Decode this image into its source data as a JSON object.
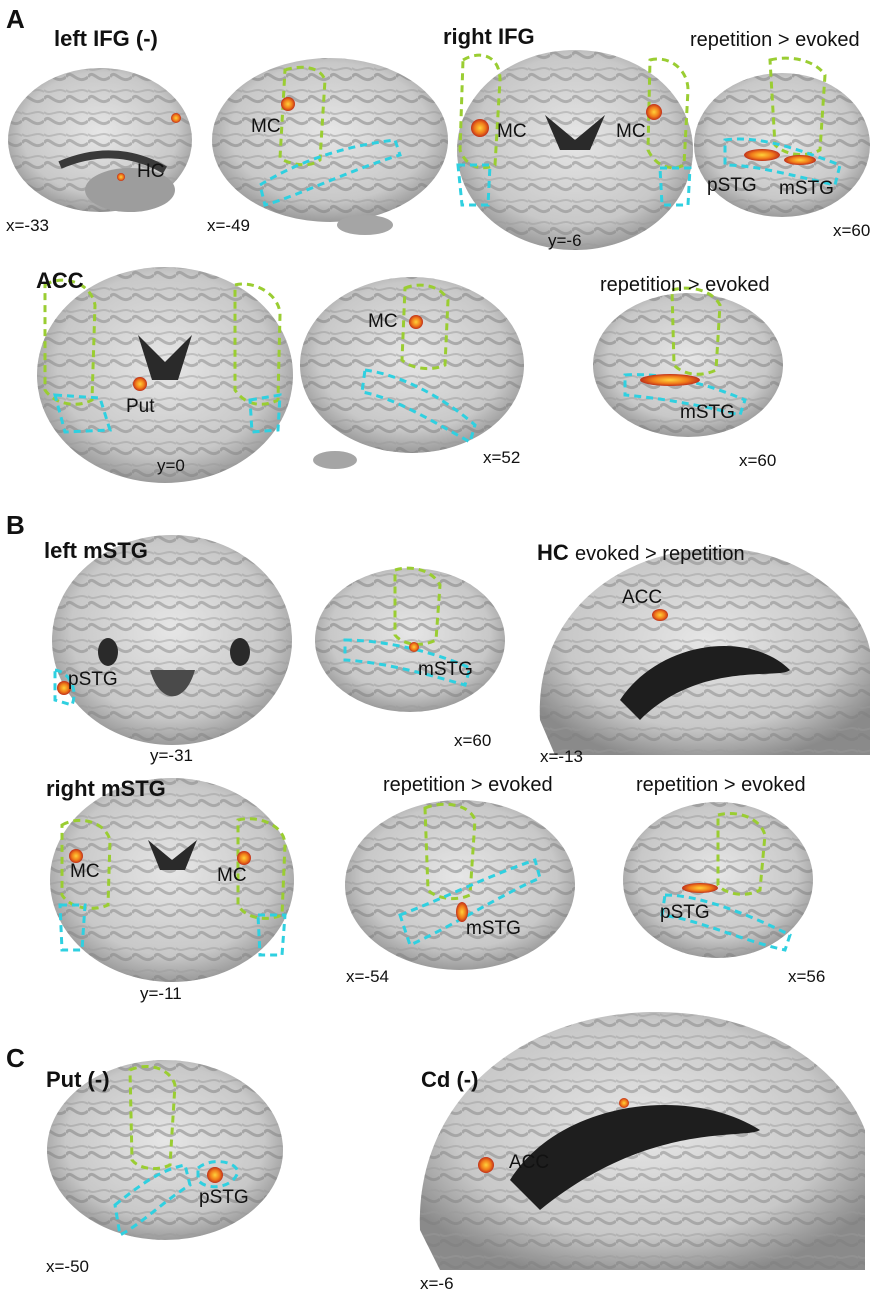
{
  "panels": {
    "A": {
      "letter": "A",
      "titles": {
        "left_ifg": "left IFG (-)",
        "right_ifg": "right IFG",
        "acc": "ACC"
      },
      "contrasts": {
        "row1": "repetition > evoked",
        "row2": "repetition > evoked"
      },
      "coords": {
        "s1": "x=-33",
        "s2": "x=-49",
        "s3": "y=-6",
        "s4": "x=60",
        "s5": "y=0",
        "s6": "x=52",
        "s7": "x=60"
      },
      "labels": {
        "hc": "HC",
        "mc1": "MC",
        "mc2": "MC",
        "mc3": "MC",
        "pstg": "pSTG",
        "mstg1": "mSTG",
        "put": "Put",
        "mc4": "MC",
        "mstg2": "mSTG"
      }
    },
    "B": {
      "letter": "B",
      "titles": {
        "left_mstg": "left mSTG",
        "hc": "HC",
        "right_mstg": "right mSTG"
      },
      "contrasts": {
        "hc": "evoked > repetition",
        "row2a": "repetition > evoked",
        "row2b": "repetition > evoked"
      },
      "coords": {
        "s1": "y=-31",
        "s2": "x=60",
        "s3": "x=-13",
        "s4": "y=-11",
        "s5": "x=-54",
        "s6": "x=56"
      },
      "labels": {
        "pstg1": "pSTG",
        "mstg1": "mSTG",
        "acc": "ACC",
        "mc1": "MC",
        "mc2": "MC",
        "mstg2": "mSTG",
        "pstg2": "pSTG"
      }
    },
    "C": {
      "letter": "C",
      "titles": {
        "put": "Put (-)",
        "cd": "Cd (-)"
      },
      "coords": {
        "s1": "x=-50",
        "s2": "x=-6"
      },
      "labels": {
        "pstg": "pSTG",
        "acc": "ACC"
      }
    }
  },
  "colors": {
    "motor_cortex_outline": "#9acd32",
    "stg_outline": "#2fd0e0",
    "activation": "#e8601c",
    "brain_tissue": "#c9c9c9"
  }
}
